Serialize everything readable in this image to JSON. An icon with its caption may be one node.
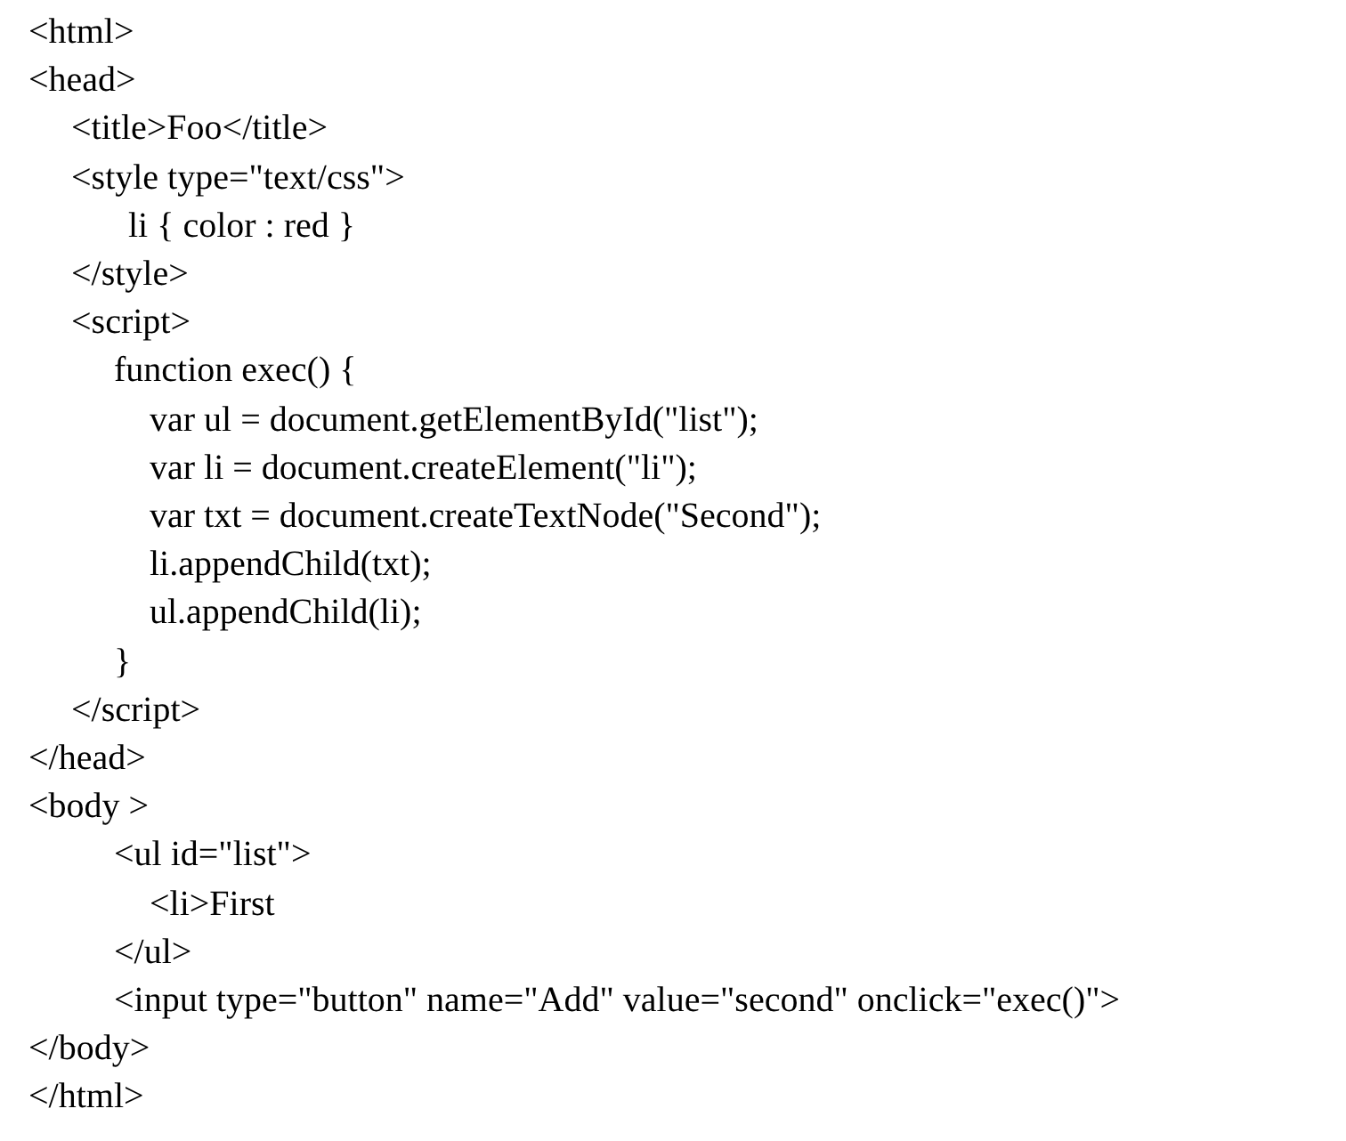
{
  "diagram": {
    "labels": [
      "<html>",
      "<head>",
      "<title>Foo</title>",
      "<style type=\"text/css\">",
      "li { color : red }",
      "</style>",
      "<script>",
      "function exec() {",
      "var ul = document.getElementById(\"list\");",
      "var li = document.createElement(\"li\");",
      "var txt = document.createTextNode(\"Second\");",
      "li.appendChild(txt);",
      "ul.appendChild(li);",
      "}",
      "</script>",
      "</head>",
      "<body >",
      "<ul id=\"list\">",
      "<li>First",
      "</ul>",
      "<input type=\"button\" name=\"Add\" value=\"second\" onclick=\"exec()\">",
      "</body>",
      "</html>"
    ]
  }
}
